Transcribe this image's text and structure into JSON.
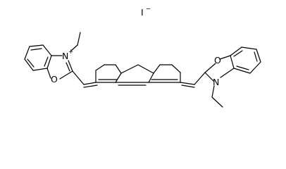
{
  "structure": {
    "counter_ion": {
      "symbol": "I",
      "charge": "−"
    },
    "left_benzoxazolium": {
      "nitrogen": "N",
      "charge": "+",
      "oxygen": "O"
    },
    "right_benzoxazole": {
      "nitrogen": "N",
      "oxygen": "O"
    }
  },
  "colors": {
    "bond": "#000000",
    "label": "#000000",
    "background": "#ffffff"
  }
}
